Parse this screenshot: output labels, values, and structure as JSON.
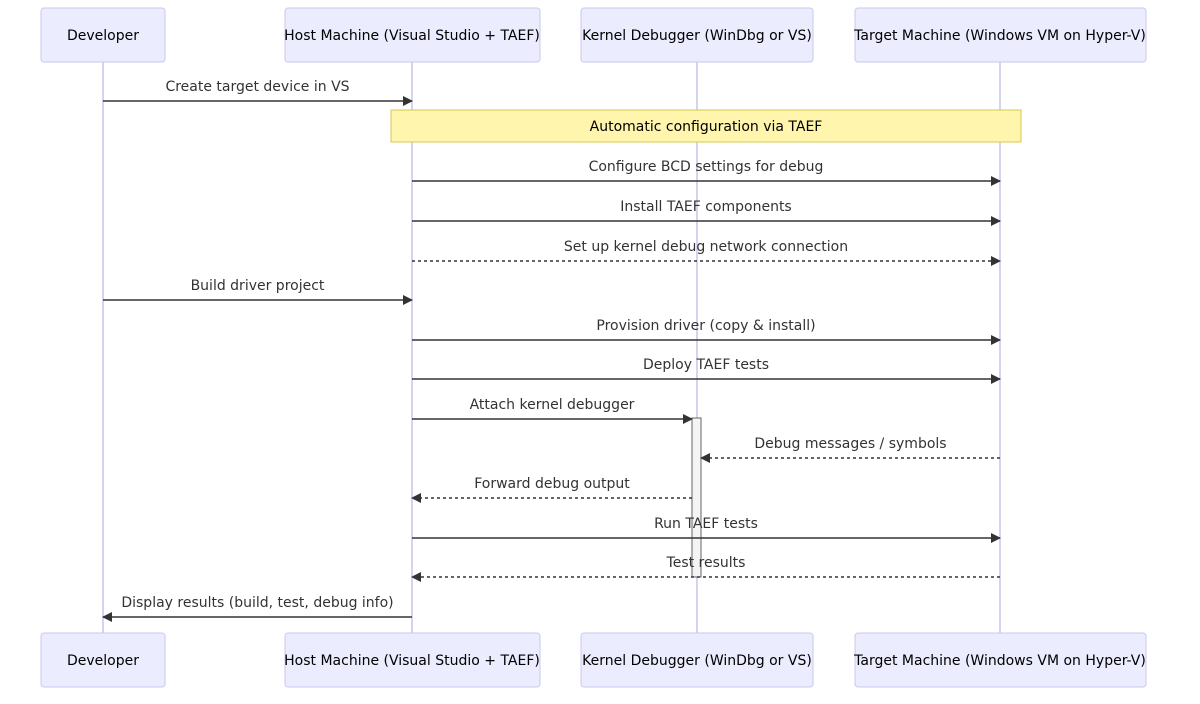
{
  "participants": [
    {
      "id": "dev",
      "label": "Developer"
    },
    {
      "id": "host",
      "label": "Host Machine (Visual Studio + TAEF)"
    },
    {
      "id": "kd",
      "label": "Kernel Debugger (WinDbg or VS)"
    },
    {
      "id": "target",
      "label": "Target Machine (Windows VM on Hyper-V)"
    }
  ],
  "note": {
    "text": "Automatic configuration via TAEF",
    "from": "host",
    "to": "target"
  },
  "messages": [
    {
      "from": "dev",
      "to": "host",
      "label": "Create target device in VS",
      "style": "solid"
    },
    {
      "from": "host",
      "to": "target",
      "label": "Configure BCD settings for debug",
      "style": "solid"
    },
    {
      "from": "host",
      "to": "target",
      "label": "Install TAEF components",
      "style": "solid"
    },
    {
      "from": "host",
      "to": "target",
      "label": "Set up kernel debug network connection",
      "style": "dashed"
    },
    {
      "from": "dev",
      "to": "host",
      "label": "Build driver project",
      "style": "solid"
    },
    {
      "from": "host",
      "to": "target",
      "label": "Provision driver (copy & install)",
      "style": "solid"
    },
    {
      "from": "host",
      "to": "target",
      "label": "Deploy TAEF tests",
      "style": "solid"
    },
    {
      "from": "host",
      "to": "kd",
      "label": "Attach kernel debugger",
      "style": "solid"
    },
    {
      "from": "target",
      "to": "kd",
      "label": "Debug messages / symbols",
      "style": "dashed"
    },
    {
      "from": "kd",
      "to": "host",
      "label": "Forward debug output",
      "style": "dashed"
    },
    {
      "from": "host",
      "to": "target",
      "label": "Run TAEF tests",
      "style": "solid"
    },
    {
      "from": "target",
      "to": "host",
      "label": "Test results",
      "style": "dashed"
    },
    {
      "from": "host",
      "to": "dev",
      "label": "Display results (build, test, debug info)",
      "style": "solid"
    }
  ],
  "activation": {
    "participant": "kd",
    "from_message": 7,
    "to_message": 11
  },
  "colors": {
    "actor_fill": "#ECECFF",
    "actor_stroke": "#C9C9EE",
    "line": "#333333",
    "note_fill": "#FFF5AD",
    "note_stroke": "#D4C94F"
  }
}
